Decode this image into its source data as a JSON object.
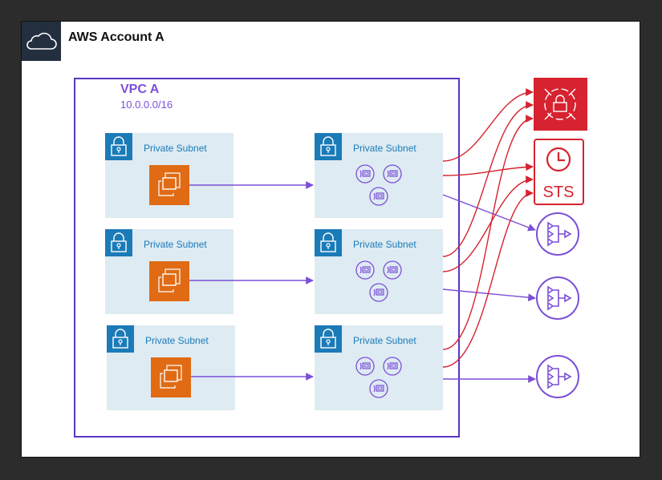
{
  "account": {
    "title": "AWS Account A",
    "icon": "cloud-icon"
  },
  "vpc": {
    "name": "VPC A",
    "cidr": "10.0.0.0/16"
  },
  "subnets": [
    {
      "label": "Private Subnet",
      "contains": "ec2-instance"
    },
    {
      "label": "Private Subnet",
      "contains": "network-interfaces"
    },
    {
      "label": "Private Subnet",
      "contains": "ec2-instance"
    },
    {
      "label": "Private Subnet",
      "contains": "network-interfaces"
    },
    {
      "label": "Private Subnet",
      "contains": "ec2-instance"
    },
    {
      "label": "Private Subnet",
      "contains": "network-interfaces"
    }
  ],
  "services": {
    "secrets": {
      "icon": "secrets-manager-icon"
    },
    "sts": {
      "label": "STS",
      "icon": "sts-clock-icon"
    },
    "nat_gateways": [
      "nat-gateway-icon",
      "nat-gateway-icon",
      "nat-gateway-icon"
    ]
  },
  "colors": {
    "account_header": "#232f3e",
    "vpc": "#5a36c0",
    "subnet_fill": "#deebf3",
    "subnet_accent": "#1b7bb8",
    "ec2": "#e06b14",
    "red_service": "#d6232f",
    "purple_flow": "#7b4fd6"
  }
}
